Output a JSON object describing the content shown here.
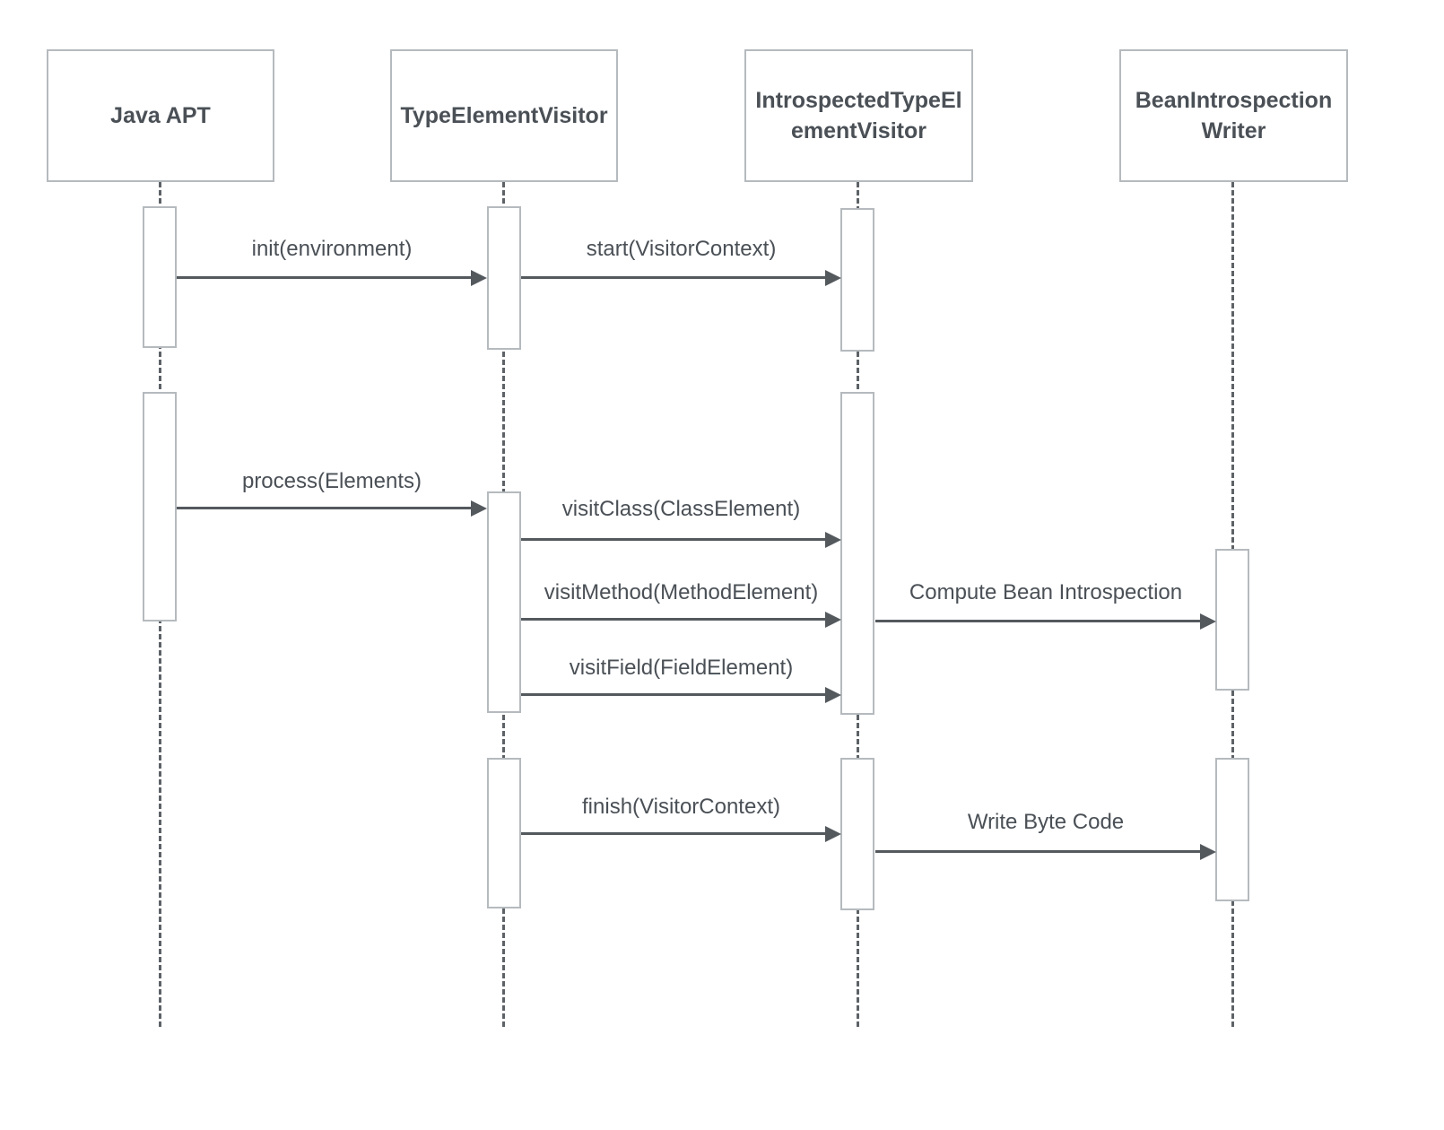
{
  "diagram": {
    "type": "uml-sequence",
    "participants": [
      {
        "name": "Java APT",
        "display": "Java APT"
      },
      {
        "name": "TypeElementVisitor",
        "display": "TypeElementVisitor"
      },
      {
        "name": "IntrospectedTypeElementVisitor",
        "display": "IntrospectedTypeEl\nementVisitor"
      },
      {
        "name": "BeanIntrospectionWriter",
        "display": "BeanIntrospection\nWriter"
      }
    ],
    "messages": [
      {
        "label": "init(environment)",
        "from": "Java APT",
        "to": "TypeElementVisitor"
      },
      {
        "label": "start(VisitorContext)",
        "from": "TypeElementVisitor",
        "to": "IntrospectedTypeElementVisitor"
      },
      {
        "label": "process(Elements)",
        "from": "Java APT",
        "to": "TypeElementVisitor"
      },
      {
        "label": "visitClass(ClassElement)",
        "from": "TypeElementVisitor",
        "to": "IntrospectedTypeElementVisitor"
      },
      {
        "label": "visitMethod(MethodElement)",
        "from": "TypeElementVisitor",
        "to": "IntrospectedTypeElementVisitor"
      },
      {
        "label": "Compute Bean Introspection",
        "from": "IntrospectedTypeElementVisitor",
        "to": "BeanIntrospectionWriter"
      },
      {
        "label": "visitField(FieldElement)",
        "from": "TypeElementVisitor",
        "to": "IntrospectedTypeElementVisitor"
      },
      {
        "label": "finish(VisitorContext)",
        "from": "TypeElementVisitor",
        "to": "IntrospectedTypeElementVisitor"
      },
      {
        "label": "Write Byte Code",
        "from": "IntrospectedTypeElementVisitor",
        "to": "BeanIntrospectionWriter"
      }
    ],
    "colors": {
      "text": "#4a5056",
      "box_border": "#b5babe",
      "lifeline": "#5d6267",
      "arrow": "#54595e",
      "background": "#ffffff"
    }
  }
}
